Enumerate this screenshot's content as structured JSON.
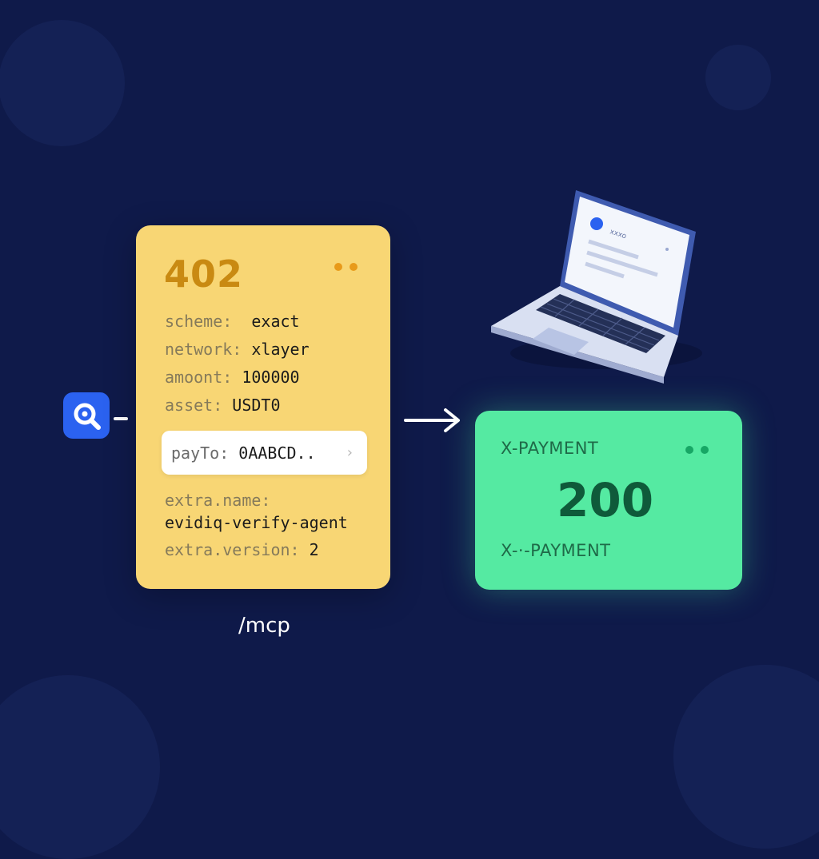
{
  "request_card": {
    "status_code": "402",
    "fields": [
      {
        "key": "scheme:",
        "value": "exact"
      },
      {
        "key": "network:",
        "value": "xlayer"
      },
      {
        "key": "amoont:",
        "value": "100000"
      },
      {
        "key": "asset:",
        "value": "USDT0"
      }
    ],
    "pay_to": {
      "key": "payTo:",
      "value": "0AABCD..",
      "chevron": "›"
    },
    "extra_name_key": "extra.name:",
    "extra_name_value": "evidiq-verify-agent",
    "extra_version_key": "extra.version:",
    "extra_version_value": "2",
    "accent": "#f8d674"
  },
  "endpoint_label": "/mcp",
  "response_card": {
    "header_top": "X-PAYMENT",
    "status_code": "200",
    "header_bottom": "X-·-PAYMENT",
    "accent": "#55eaa2"
  },
  "laptop_screen_label": "xxxo",
  "icons": [
    "search-icon",
    "arrow-right-icon",
    "laptop-icon",
    "window-dots-icon"
  ],
  "colors": {
    "background": "#0f1a4a",
    "badge": "#2b62f0"
  }
}
